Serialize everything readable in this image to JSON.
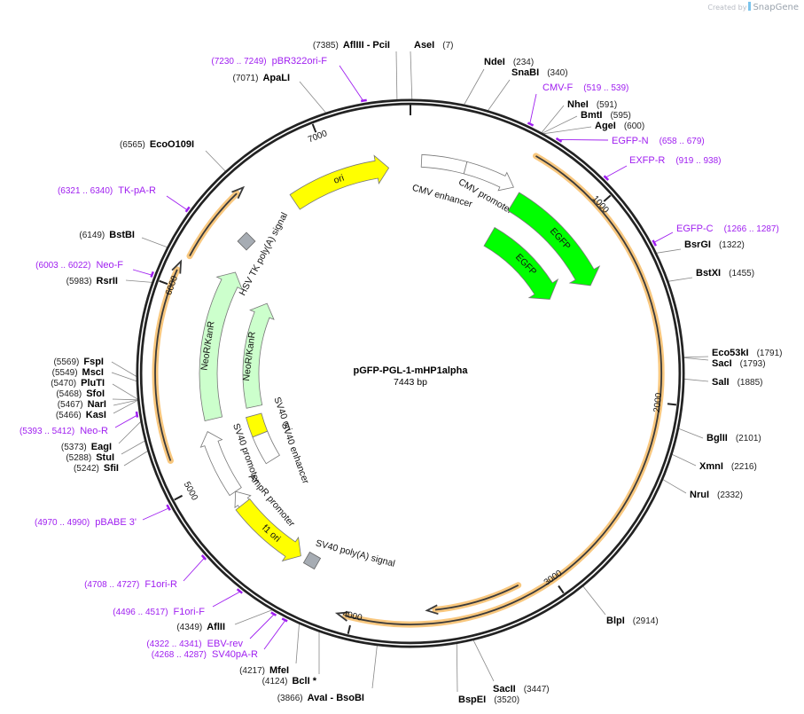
{
  "watermark": {
    "created_by": "Created by",
    "brand": "SnapGene"
  },
  "map": {
    "name": "pGFP-PGL-1-mHP1alpha",
    "length_label": "7443 bp",
    "length": 7443
  },
  "ticks": [
    "1000",
    "2000",
    "3000",
    "4000",
    "5000",
    "6000",
    "7000"
  ],
  "enzymes": [
    {
      "name": "AflIII  - PciI",
      "pos": "(7385)"
    },
    {
      "name": "AseI",
      "pos": "(7)"
    },
    {
      "name": "NdeI",
      "pos": "(234)"
    },
    {
      "name": "SnaBI",
      "pos": "(340)"
    },
    {
      "name": "NheI",
      "pos": "(591)"
    },
    {
      "name": "BmtI",
      "pos": "(595)"
    },
    {
      "name": "AgeI",
      "pos": "(600)"
    },
    {
      "name": "BsrGI",
      "pos": "(1322)"
    },
    {
      "name": "BstXI",
      "pos": "(1455)"
    },
    {
      "name": "Eco53kI",
      "pos": "(1791)"
    },
    {
      "name": "SacI",
      "pos": "(1793)"
    },
    {
      "name": "SalI",
      "pos": "(1885)"
    },
    {
      "name": "BglII",
      "pos": "(2101)"
    },
    {
      "name": "XmnI",
      "pos": "(2216)"
    },
    {
      "name": "NruI",
      "pos": "(2332)"
    },
    {
      "name": "BlpI",
      "pos": "(2914)"
    },
    {
      "name": "SacII",
      "pos": "(3447)"
    },
    {
      "name": "BspEI",
      "pos": "(3520)"
    },
    {
      "name": "AvaI  - BsoBI",
      "pos": "(3866)"
    },
    {
      "name": "BclI *",
      "pos": "(4124)"
    },
    {
      "name": "MfeI",
      "pos": "(4217)"
    },
    {
      "name": "AflII",
      "pos": "(4349)"
    },
    {
      "name": "SfiI",
      "pos": "(5242)"
    },
    {
      "name": "StuI",
      "pos": "(5288)"
    },
    {
      "name": "EagI",
      "pos": "(5373)"
    },
    {
      "name": "KasI",
      "pos": "(5466)"
    },
    {
      "name": "NarI",
      "pos": "(5467)"
    },
    {
      "name": "SfoI",
      "pos": "(5468)"
    },
    {
      "name": "PluTI",
      "pos": "(5470)"
    },
    {
      "name": "MscI",
      "pos": "(5549)"
    },
    {
      "name": "FspI",
      "pos": "(5569)"
    },
    {
      "name": "RsrII",
      "pos": "(5983)"
    },
    {
      "name": "BstBI",
      "pos": "(6149)"
    },
    {
      "name": "EcoO109I",
      "pos": "(6565)"
    },
    {
      "name": "ApaLI",
      "pos": "(7071)"
    }
  ],
  "primers": [
    {
      "name": "pBR322ori-F",
      "range": "(7230 .. 7249)"
    },
    {
      "name": "CMV-F",
      "range": "(519 .. 539)"
    },
    {
      "name": "EGFP-N",
      "range": "(658 .. 679)"
    },
    {
      "name": "EXFP-R",
      "range": "(919 .. 938)"
    },
    {
      "name": "EGFP-C",
      "range": "(1266 .. 1287)"
    },
    {
      "name": "TK-pA-R",
      "range": "(6321 .. 6340)"
    },
    {
      "name": "Neo-F",
      "range": "(6003 .. 6022)"
    },
    {
      "name": "Neo-R",
      "range": "(5393 .. 5412)"
    },
    {
      "name": "pBABE 3'",
      "range": "(4970 .. 4990)"
    },
    {
      "name": "F1ori-R",
      "range": "(4708 .. 4727)"
    },
    {
      "name": "F1ori-F",
      "range": "(4496 .. 4517)"
    },
    {
      "name": "EBV-rev",
      "range": "(4322 .. 4341)"
    },
    {
      "name": "SV40pA-R",
      "range": "(4268 .. 4287)"
    }
  ],
  "features": [
    {
      "name": "ori",
      "color": "#ffff00"
    },
    {
      "name": "CMV enhancer",
      "color": "#ffffff"
    },
    {
      "name": "CMV promoter",
      "color": "#ffffff"
    },
    {
      "name": "EGFP",
      "color": "#00ff00"
    },
    {
      "name": "EGFP",
      "color": "#00ff00"
    },
    {
      "name": "HSV TK poly(A) signal",
      "color": "#a6acb3"
    },
    {
      "name": "NeoR/KanR",
      "color": "#ccffcc"
    },
    {
      "name": "NeoR/KanR",
      "color": "#ccffcc"
    },
    {
      "name": "SV40 ori",
      "color": "#ffff00"
    },
    {
      "name": "SV40 enhancer",
      "color": "#ffffff"
    },
    {
      "name": "SV40 promoter",
      "color": "#ffffff"
    },
    {
      "name": "AmpR promoter",
      "color": "#ffffff"
    },
    {
      "name": "f1 ori",
      "color": "#ffff00"
    },
    {
      "name": "SV40 poly(A) signal",
      "color": "#a6acb3"
    }
  ],
  "colors": {
    "primer": "#a020f0",
    "orf": "#f8c77e",
    "backbone": "#222222"
  }
}
